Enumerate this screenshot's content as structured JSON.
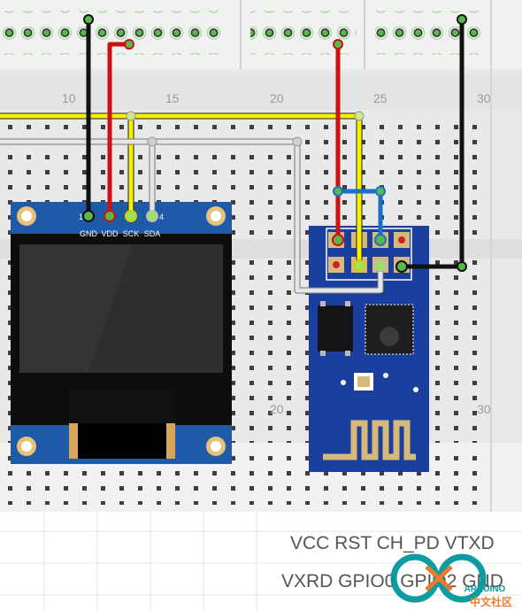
{
  "breadboard": {
    "column_numbers_top": [
      "10",
      "15",
      "20",
      "25",
      "30"
    ],
    "column_numbers_bottom": [
      "20",
      "30"
    ]
  },
  "oled": {
    "pin_numbers": {
      "first": "1",
      "last": "4"
    },
    "pins": [
      "GND",
      "VDD",
      "SCK",
      "SDA"
    ]
  },
  "legend": {
    "row1": "VCC  RST   CH_PD VTXD",
    "row2": "VXRD GPIO0 GPIO2 GND"
  },
  "logo": {
    "word": "ARDUINO",
    "cn": "中文社区"
  },
  "colors": {
    "wire_black": "#111111",
    "wire_red": "#cc1111",
    "wire_yellow": "#f7ef00",
    "wire_white": "#e6e6e6",
    "wire_blue": "#1c6fc8",
    "oled_board": "#1f5aa8",
    "esp_board": "#1a3f9e",
    "breadboard": "#e8e8e8",
    "logo_teal": "#00979c",
    "logo_orange": "#e87722"
  }
}
